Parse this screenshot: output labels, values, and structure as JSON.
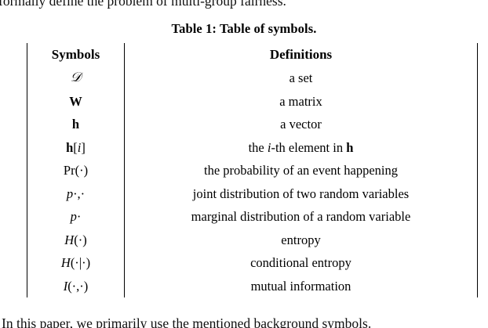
{
  "document": {
    "text_above": "formally define the problem of multi-group fairness.",
    "text_below": "In this paper, we primarily use the mentioned background symbols."
  },
  "table": {
    "caption": "Table 1: Table of symbols.",
    "columns": [
      "Symbols",
      "Definitions"
    ],
    "groups": [
      {
        "rows": [
          {
            "symbol": "ᵈ",
            "symbol_text": "D",
            "definition": "a set"
          },
          {
            "symbol": "W",
            "symbol_text": "W",
            "definition": "a matrix"
          },
          {
            "symbol": "h",
            "symbol_text": "h",
            "definition": "a vector"
          },
          {
            "symbol": "h[i]",
            "symbol_text": "h[i]",
            "definition": "the i-th element in h"
          }
        ]
      },
      {
        "rows": [
          {
            "symbol": "Pr(·)",
            "symbol_text": "Pr(·)",
            "definition": "the probability of an event happening"
          },
          {
            "symbol": "p·,·",
            "symbol_text": "p.,.",
            "definition": "joint distribution of two random variables"
          },
          {
            "symbol": "p·",
            "symbol_text": "p.",
            "definition": "marginal distribution of a random variable"
          },
          {
            "symbol": "H(·)",
            "symbol_text": "H(·)",
            "definition": "entropy"
          },
          {
            "symbol": "H(·|·)",
            "symbol_text": "H(·|·)",
            "definition": "conditional entropy"
          },
          {
            "symbol": "I(·,·)",
            "symbol_text": "I(·,·)",
            "definition": "mutual information"
          }
        ]
      }
    ],
    "definitions": {
      "d_set": "a set",
      "w_matrix": "a matrix",
      "h_vector": "a vector",
      "h_i_element": "the ",
      "h_i_element_mid": "-th element in ",
      "pr_event": "the probability of an event happening",
      "p_joint": "joint distribution of two random variables",
      "p_marginal": "marginal distribution of a random variable",
      "h_entropy": "entropy",
      "h_cond_entropy": "conditional entropy",
      "i_mutual": "mutual information"
    },
    "symbol_labels": {
      "d": "𝒟",
      "w": "W",
      "h": "h",
      "h_open": "[",
      "h_index": "i",
      "h_close": "]",
      "pr": "Pr(·)",
      "p": "p",
      "p_joint_sub": "·,·",
      "p_marg_sub": "·",
      "h_func": "H",
      "h_entropy_args": "(·)",
      "h_cond_args": "(·|·)",
      "i_func": "I",
      "i_args": "(·,·)"
    }
  }
}
